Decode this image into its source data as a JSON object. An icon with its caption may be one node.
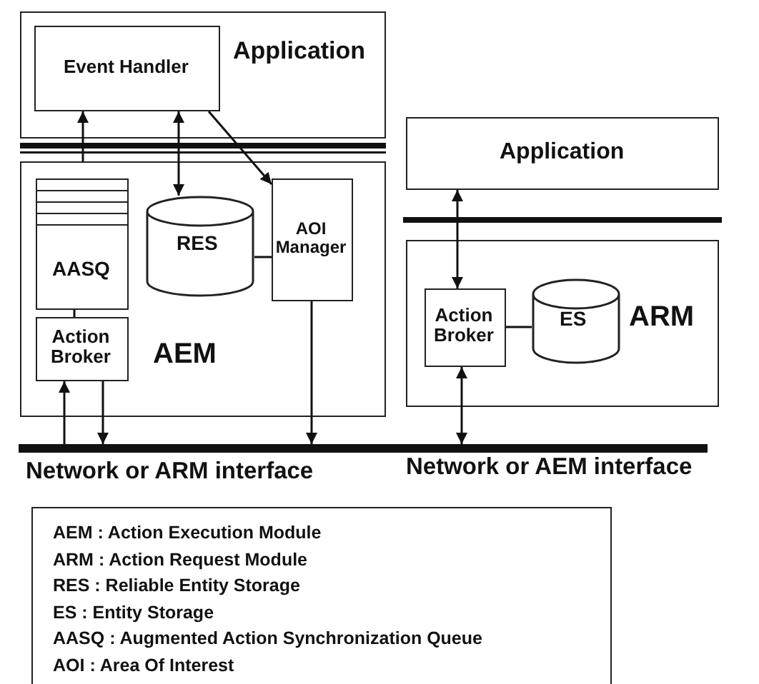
{
  "diagram": {
    "nodes": [
      {
        "text": [
          "Application"
        ]
      },
      {
        "text": [
          "Event Handler"
        ],
        "in": 0
      },
      {
        "text": [
          "AEM"
        ]
      },
      {
        "text": [
          "AASQ"
        ],
        "in": 2
      },
      {
        "text": [
          "Action Broker"
        ],
        "in": 2
      },
      {
        "text": [
          "RES"
        ],
        "in": 2
      },
      {
        "text": [
          "AOI Manager"
        ],
        "in": 2
      },
      {
        "text": [
          "Application"
        ]
      },
      {
        "text": [
          "ARM"
        ]
      },
      {
        "text": [
          "Action Broker"
        ],
        "in": 8
      },
      {
        "text": [
          "ES"
        ],
        "in": 8
      },
      {
        "text": [],
        "shape": "bar"
      },
      {
        "text": [
          "AEM : Action Execution Module",
          "ARM : Action Request Module",
          "RES : Reliable Entity Storage",
          "ES : Entity Storage",
          "AASQ : Augmented Action Synchronization Queue",
          "AOI : Area Of Interest"
        ]
      }
    ],
    "edges": [
      {
        "from": 2,
        "to": 1,
        "arrow": "to"
      },
      {
        "from": 1,
        "to": 5,
        "arrow": "both"
      },
      {
        "from": 1,
        "to": 6,
        "arrow": "to"
      },
      {
        "from": 5,
        "to": 6,
        "arrow": "none"
      },
      {
        "from": 3,
        "to": 4,
        "arrow": "none"
      },
      {
        "from": 11,
        "to": 4,
        "arrow": "to"
      },
      {
        "from": 4,
        "to": 11,
        "arrow": "to"
      },
      {
        "from": 6,
        "to": 11,
        "arrow": "to"
      },
      {
        "from": 7,
        "to": 9,
        "arrow": "both"
      },
      {
        "from": 9,
        "to": 10,
        "arrow": "none"
      },
      {
        "from": 9,
        "to": 11,
        "arrow": "both"
      }
    ],
    "labels": [
      "Network or ARM interface",
      "Network or AEM interface"
    ]
  }
}
